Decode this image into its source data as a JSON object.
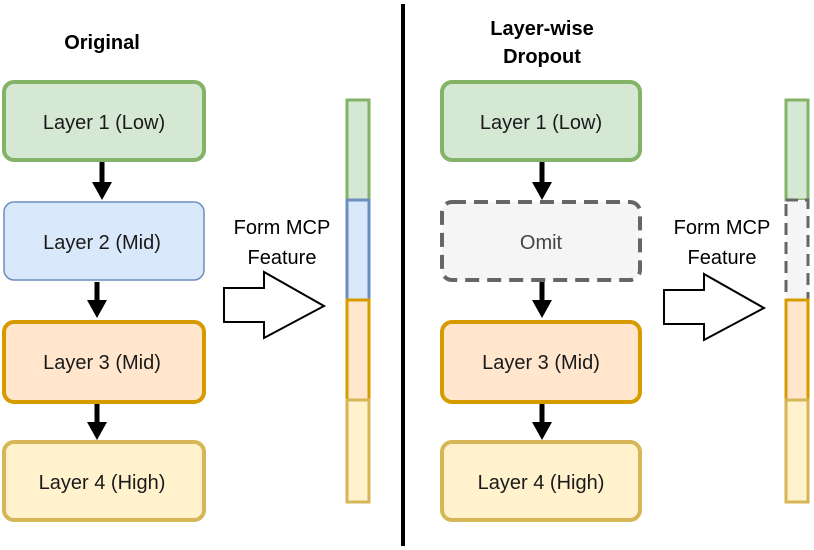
{
  "left": {
    "title": "Original",
    "layers": [
      {
        "label": "Layer 1 (Low)"
      },
      {
        "label": "Layer 2 (Mid)"
      },
      {
        "label": "Layer 3 (Mid)"
      },
      {
        "label": "Layer 4 (High)"
      }
    ],
    "arrow_label_line1": "Form MCP",
    "arrow_label_line2": "Feature"
  },
  "right": {
    "title_line1": "Layer-wise",
    "title_line2": "Dropout",
    "layers": [
      {
        "label": "Layer 1 (Low)"
      },
      {
        "label": "Omit"
      },
      {
        "label": "Layer 3 (Mid)"
      },
      {
        "label": "Layer 4 (High)"
      }
    ],
    "arrow_label_line1": "Form MCP",
    "arrow_label_line2": "Feature"
  },
  "colors": {
    "low_fill": "#d5e8d4",
    "low_stroke": "#82b366",
    "mid2_fill": "#dae8fc",
    "mid2_stroke": "#6c8ebf",
    "mid3_fill": "#ffe6cc",
    "mid3_stroke": "#d79b00",
    "high_fill": "#fff2cc",
    "high_stroke": "#d6b656",
    "omit_fill": "#f5f5f5",
    "omit_stroke": "#666666",
    "divider": "#000000"
  }
}
